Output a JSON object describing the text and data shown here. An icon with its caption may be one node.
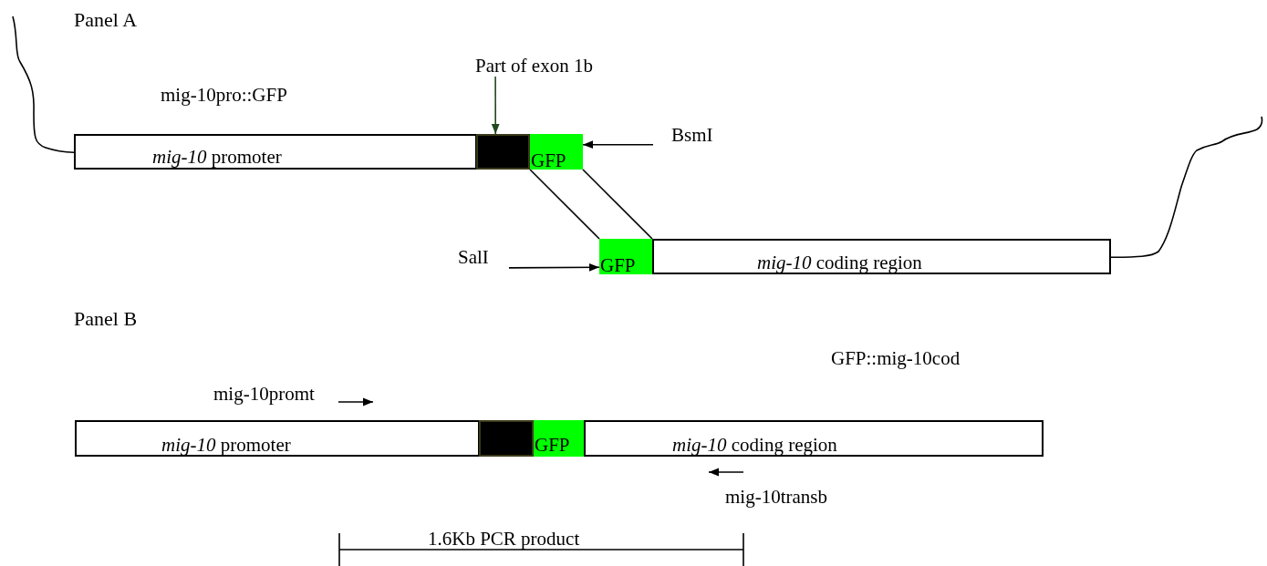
{
  "diagram": {
    "nodes": [
      {
        "text": [
          "*mig-10* promoter"
        ]
      },
      {
        "text": [],
        "shape": "box"
      },
      {
        "text": [
          "GFP"
        ]
      },
      {
        "text": [
          "GFP"
        ]
      },
      {
        "text": [
          "*mig-10* coding region"
        ]
      },
      {
        "text": [
          "Part of exon 1b"
        ]
      },
      {
        "text": [
          "BsmI"
        ]
      },
      {
        "text": [
          "SalI"
        ]
      },
      {
        "text": [
          "*mig-10* promoter"
        ]
      },
      {
        "text": [],
        "shape": "box"
      },
      {
        "text": [
          "GFP"
        ]
      },
      {
        "text": [
          "*mig-10* coding region"
        ]
      }
    ],
    "edges": [
      {
        "from": null,
        "to": 0,
        "arrow": "none"
      },
      {
        "from": 4,
        "to": null,
        "arrow": "none"
      },
      {
        "from": 2,
        "to": 3,
        "arrow": "none"
      },
      {
        "from": 2,
        "to": 4,
        "arrow": "none"
      },
      {
        "from": 5,
        "to": 1,
        "arrow": "to",
        "color": "#1f4a1f"
      },
      {
        "from": 6,
        "to": 2,
        "arrow": "to"
      },
      {
        "from": 7,
        "to": 3,
        "arrow": "to"
      }
    ],
    "labels": [
      "Panel A",
      "mig-10pro::GFP",
      "Panel B",
      "GFP::mig-10cod",
      "mig-10promt",
      "mig-10transb",
      "1.6Kb PCR product"
    ]
  }
}
